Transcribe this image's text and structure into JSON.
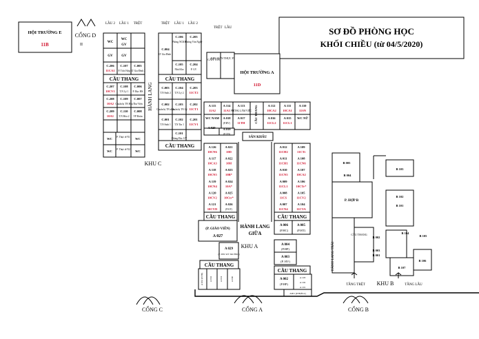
{
  "title": {
    "line1": "SƠ ĐỒ PHÒNG HỌC",
    "line2": "KHỐI CHIỀU (từ 04/5/2020)"
  },
  "colors": {
    "red": "#d0102a",
    "ink": "#000000"
  },
  "hoi_truong_e": {
    "name": "HỘI TRƯỜNG E",
    "code": "11B"
  },
  "hoi_truong_a": {
    "name": "HỘI TRƯỜNG A",
    "code": "11D"
  },
  "gates": {
    "d": "CỔNG D",
    "d_mark": "II",
    "c": "CỔNG C",
    "a": "CỔNG A",
    "b": "CỔNG B"
  },
  "khu": {
    "c": "KHU C",
    "a": "KHU A",
    "b": "KHU B"
  },
  "hanh_lang": "HÀNH LANG",
  "hanh_lang_giua_1": "HÀNH LANG",
  "hanh_lang_giua_2": "GIỮA",
  "hanh_lang_trai": "HÀNH LANG TRÁI",
  "cau_thang": "CẦU THANG",
  "san_khau": "SÂN KHẤU",
  "tang_tret": "TẦNG TRỆT",
  "tang_lau": "TẦNG LẦU",
  "floor_labels_c_left": [
    "LẦU 2",
    "LẦU 1",
    "TRỆT"
  ],
  "floor_labels_c_right": [
    "TRỆT",
    "LẦU 1",
    "LẦU 2"
  ],
  "floor_labels_a_top": [
    "TRỆT",
    "LẦU"
  ],
  "khu_c_left_rows": [
    {
      "a": "WC",
      "b": "WC"
    },
    {
      "a": "GV",
      "b": "GV"
    }
  ],
  "khu_c_left_grid": [
    [
      {
        "c": "C.206",
        "n": "11CA1",
        "r": true
      },
      {
        "c": "C.107",
        "n": "P. Tích Hợp",
        "r": false
      },
      {
        "c": "C.005",
        "n": "KT Gia Đình 2",
        "r": false
      }
    ],
    [
      {
        "c": "C.207",
        "n": "10CV1",
        "r": true
      },
      {
        "c": "C.108",
        "n": "T.N Lý 1",
        "r": false
      },
      {
        "c": "C.006",
        "n": "P. Đọc HS",
        "r": false
      }
    ],
    [
      {
        "c": "C.208",
        "n": "10A2",
        "r": true
      },
      {
        "c": "C.109",
        "n": "Chuẩn bị TN Hóa",
        "r": false
      },
      {
        "c": "C.007",
        "n": "Thư Viện",
        "r": false
      }
    ],
    [
      {
        "c": "C.209",
        "n": "10A1",
        "r": true
      },
      {
        "c": "C.110",
        "n": "T.N Hóa 2",
        "r": false
      },
      {
        "c": "C.008",
        "n": "VP Đoàn",
        "r": false
      }
    ]
  ],
  "khu_c_left_bottom": [
    {
      "a": "WC",
      "b": "P. Thực tế N1",
      "c": "WC"
    },
    {
      "a": "WC",
      "b": "P. Thực tế N2",
      "c": "WC"
    }
  ],
  "khu_c_right_top": [
    {
      "c": "C.004",
      "n": "KT Gia Đình 1",
      "r": false
    },
    {
      "c": "C.106",
      "n": "Phòng NCKH",
      "r": false
    },
    {
      "c": "C.205",
      "n": "Phòng Văn Nghệ",
      "r": false
    }
  ],
  "khu_c_right_row2": [
    {
      "c": "C.105",
      "n": "Nhà Kho",
      "r": false
    },
    {
      "c": "C.204",
      "n": "P. GV",
      "r": false
    }
  ],
  "khu_c_right_grid": [
    [
      {
        "c": "C.003",
        "n": "T.N Sinh 2",
        "r": false
      },
      {
        "c": "C.104",
        "n": "T.N Lý 2",
        "r": false
      },
      {
        "c": "C.203",
        "n": "11CT2",
        "r": true
      }
    ],
    [
      {
        "c": "C.002",
        "n": "Chuẩn bị TN sinh",
        "r": false
      },
      {
        "c": "C.103",
        "n": "Chuẩn bị TN Lý",
        "r": false
      },
      {
        "c": "C.202",
        "n": "11CT1",
        "r": true
      }
    ],
    [
      {
        "c": "C.001",
        "n": "T.N Sinh 1",
        "r": false
      },
      {
        "c": "C.102",
        "n": "T.N Tin 1",
        "r": false
      },
      {
        "c": "C.201",
        "n": "11CV1",
        "r": true
      }
    ],
    [
      {
        "c": "",
        "n": "",
        "r": false
      },
      {
        "c": "C.101",
        "n": "Phòng Đọc GV",
        "r": false
      },
      {
        "c": "",
        "n": "",
        "r": false
      }
    ]
  ],
  "small_top": [
    {
      "c": "CĂN TIN",
      "n": ""
    },
    {
      "c": "KHU BÁN THỰC PHẨM HS",
      "n": ""
    }
  ],
  "khu_a_top_rows": [
    [
      {
        "c": "A 115",
        "n": "11A2",
        "r": true
      },
      {
        "c": "A 114",
        "n": "11A1",
        "r": true
      },
      {
        "c": "A 113",
        "n": "PHÒNG LÀM VIỆC",
        "r": false
      },
      {
        "c": "A 112",
        "n": "10CA2",
        "r": true
      },
      {
        "c": "A 111",
        "n": "10CA1",
        "r": true
      },
      {
        "c": "A 110",
        "n": "11SN",
        "r": true
      }
    ],
    [
      {
        "c": "WC NAM",
        "n": "",
        "r": false
      },
      {
        "c": "A 018",
        "n": "(P.BV)",
        "r": false
      },
      {
        "c": "A 017",
        "n": "11TH",
        "r": true
      },
      {
        "c": "A 016",
        "n": "11CL2",
        "r": true
      },
      {
        "c": "A 015",
        "n": "11CL1",
        "r": true
      },
      {
        "c": "WC NỮ",
        "n": "",
        "r": false
      }
    ]
  ],
  "a020": {
    "c": "A 020",
    "n": "",
    "r": false
  },
  "a019": {
    "c": "A 019",
    "n": "(P.CĐ)",
    "r": false
  },
  "khu_a_left": [
    {
      "l": {
        "c": "A 126",
        "n": "10CN6",
        "r": true
      },
      "r": {
        "c": "A 021",
        "n": "10D",
        "r": true
      }
    },
    {
      "l": {
        "c": "A 117",
        "n": "10CA3",
        "r": true
      },
      "r": {
        "c": "A 022",
        "n": "10H",
        "r": true
      }
    },
    {
      "l": {
        "c": "A 118",
        "n": "10CN5",
        "r": true
      },
      "r": {
        "c": "A 023",
        "n": "10B*",
        "r": true
      }
    },
    {
      "l": {
        "c": "A 119",
        "n": "10CN4",
        "r": true
      },
      "r": {
        "c": "A 024",
        "n": "10A*",
        "r": true
      }
    },
    {
      "l": {
        "c": "A 120",
        "n": "10CV2",
        "r": true
      },
      "r": {
        "c": "A 025",
        "n": "10Ctr*",
        "r": true
      }
    },
    {
      "l": {
        "c": "A 121",
        "n": "10CVD",
        "r": true
      },
      "r": {
        "c": "A 026",
        "n": "(P.GT)",
        "r": false
      }
    }
  ],
  "khu_a_right": [
    {
      "l": {
        "c": "A 012",
        "n": "11CH2",
        "r": true
      },
      "r": {
        "c": "A 109",
        "n": "11CTi",
        "r": true
      }
    },
    {
      "l": {
        "c": "A 011",
        "n": "11CH1",
        "r": true
      },
      "r": {
        "c": "A 108",
        "n": "11CN6",
        "r": true
      }
    },
    {
      "l": {
        "c": "A 010",
        "n": "11CN5",
        "r": true
      },
      "r": {
        "c": "A 107",
        "n": "10CA2",
        "r": true
      }
    },
    {
      "l": {
        "c": "A 009",
        "n": "11CL1",
        "r": true
      },
      "r": {
        "c": "A 106",
        "n": "10CTr*",
        "r": true
      }
    },
    {
      "l": {
        "c": "A 008",
        "n": "11CS",
        "r": true
      },
      "r": {
        "c": "A 105",
        "n": "11CV2",
        "r": true
      }
    },
    {
      "l": {
        "c": "A 007",
        "n": "11CN4",
        "r": true
      },
      "r": {
        "c": "A 104",
        "n": "11CVA",
        "r": true
      }
    }
  ],
  "giao_vien": {
    "line1": "(P. GIÁO VIÊN)",
    "line2": "A 027"
  },
  "a029": {
    "c": "A 029",
    "n": "(P. THƯ KÝ TRƯỜNG)"
  },
  "a006": {
    "c": "A 006",
    "n": "(P.HC)"
  },
  "a005": {
    "c": "A 005",
    "n": "(P.HT)"
  },
  "a004": {
    "c": "A 004",
    "n": "(P.HP)"
  },
  "a003": {
    "c": "A 003",
    "n": "(P. HV)"
  },
  "a002": {
    "c": "A 002",
    "n": "(P.HP)"
  },
  "a_small": [
    "A 103",
    "A 102",
    "A 101"
  ],
  "a001": "A001 (P.HỢP A)",
  "bottom_small": [
    "A 033 (P.TB)",
    "A 032",
    "A 031",
    "A 030"
  ],
  "khu_b_rooms": [
    "B 005",
    "B 004",
    "B 103",
    "B 102",
    "B 101",
    "B 002",
    "B 003",
    "B 001",
    "B 104",
    "B 105",
    "B 106",
    "B 107"
  ],
  "p_hop_b": "P. HỢP B",
  "cau_thang_b": "CẦU THANG"
}
